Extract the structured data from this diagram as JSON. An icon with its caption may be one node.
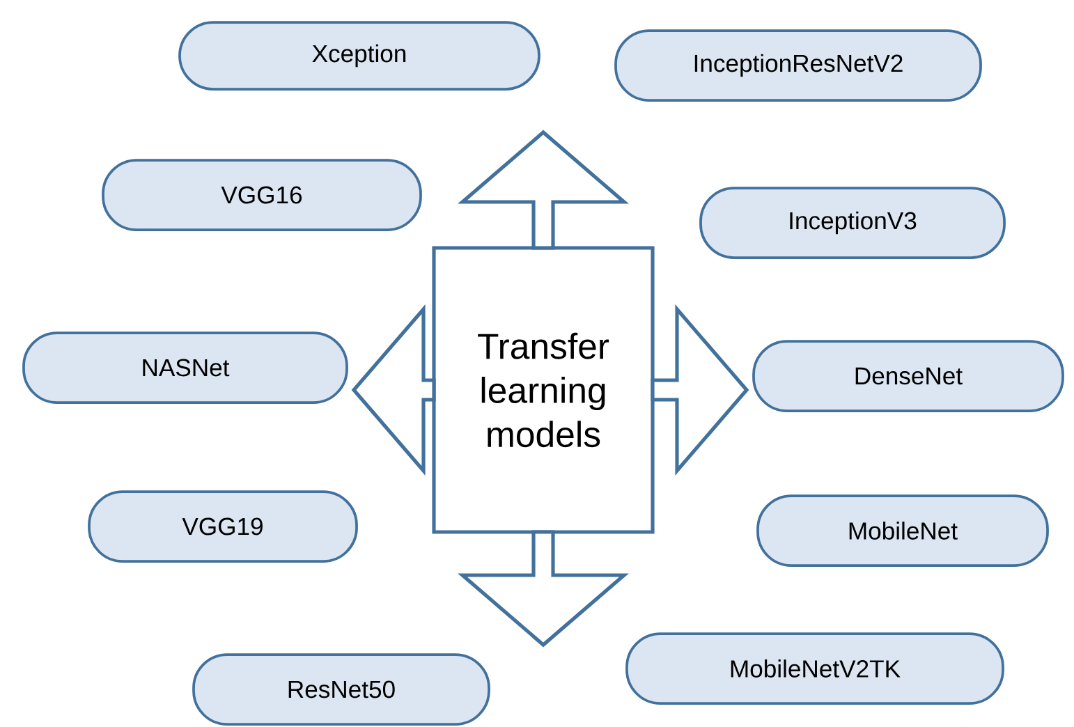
{
  "diagram": {
    "nodes": [
      {
        "text": [
          "Transfer learning models"
        ]
      },
      {
        "text": [
          "Xception"
        ]
      },
      {
        "text": [
          "InceptionResNetV2"
        ]
      },
      {
        "text": [
          "VGG16"
        ]
      },
      {
        "text": [
          "InceptionV3"
        ]
      },
      {
        "text": [
          "NASNet"
        ]
      },
      {
        "text": [
          "DenseNet"
        ]
      },
      {
        "text": [
          "VGG19"
        ]
      },
      {
        "text": [
          "MobileNet"
        ]
      },
      {
        "text": [
          "ResNet50"
        ]
      },
      {
        "text": [
          "MobileNetV2TK"
        ]
      }
    ],
    "edges": [
      {
        "from": 0,
        "to": null,
        "arrow": "to"
      },
      {
        "from": 0,
        "to": 5,
        "arrow": "to"
      },
      {
        "from": 0,
        "to": 6,
        "arrow": "to"
      },
      {
        "from": 0,
        "to": null,
        "arrow": "to"
      }
    ]
  }
}
